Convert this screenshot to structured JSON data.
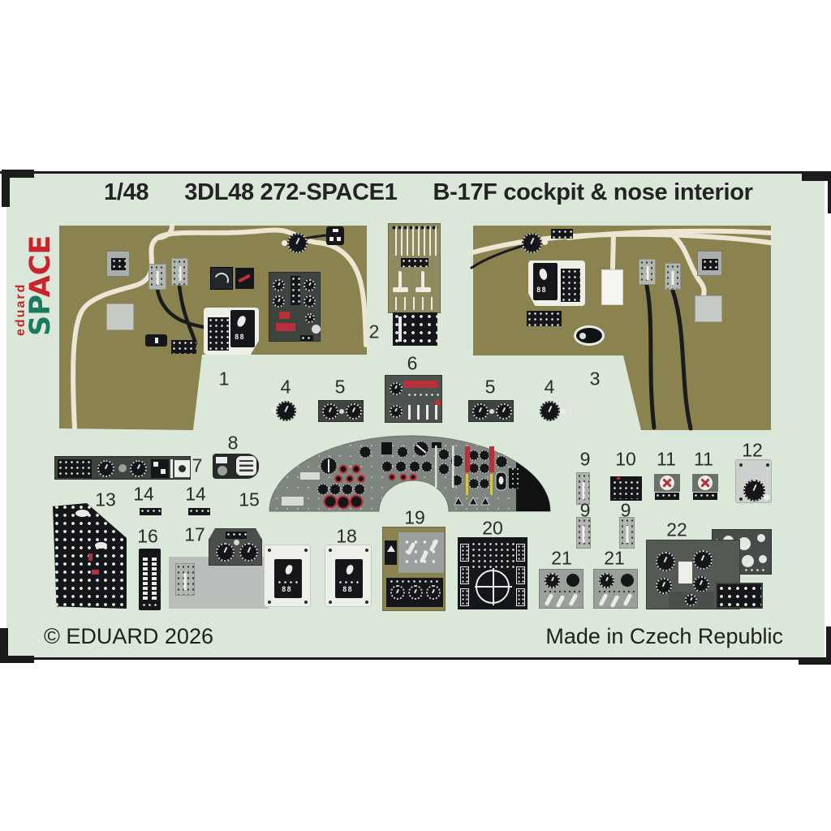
{
  "header": {
    "scale": "1/48",
    "code": "3DL48 272-SPACE1",
    "title": "B-17F cockpit & nose interior"
  },
  "logo": {
    "brand": "eduard",
    "space_green": "SP",
    "space_red": "ACE"
  },
  "footer": {
    "copyright": "© EDUARD 2026",
    "origin": "Made in Czech Republic"
  },
  "instrument_counter": "88",
  "part_labels": [
    "1",
    "2",
    "6",
    "3",
    "4",
    "5",
    "5",
    "4",
    "8",
    "7",
    "9",
    "10",
    "11",
    "11",
    "12",
    "13",
    "14",
    "14",
    "15",
    "9",
    "9",
    "16",
    "17",
    "18",
    "19",
    "20",
    "21",
    "21",
    "22"
  ],
  "colors": {
    "sheet": "#dbe8d9",
    "olive": "#8a8350",
    "panel_dark": "#3f443f",
    "black": "#14161a",
    "cream_wire": "#ece6d4",
    "red": "#b5323a",
    "yellow": "#d8c64c",
    "logo_red": "#c8242c",
    "logo_green": "#1a7a5e",
    "text": "#232323"
  }
}
